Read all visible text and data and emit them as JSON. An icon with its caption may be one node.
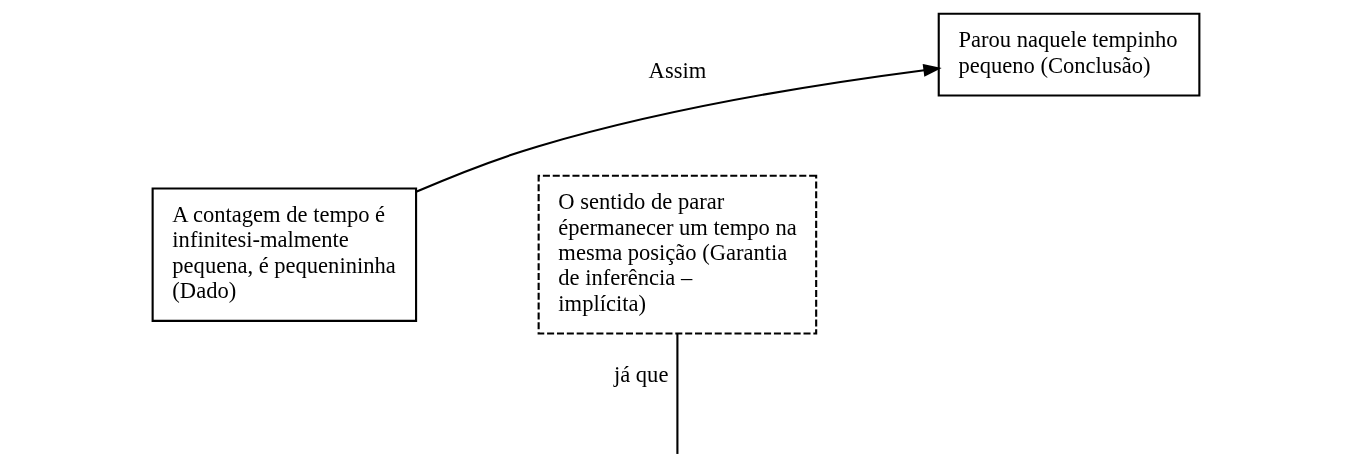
{
  "diagram": {
    "nodes": [
      {
        "text": [
          "A contagem de tempo é infinitesi-malmente pequena, é pequenininha (Dado)"
        ]
      },
      {
        "text": [
          "Parou naquele tempinho pequeno (Conclusão)"
        ]
      },
      {
        "text": [
          "O sentido de parar épermanecer um tempo na mesma posição (Garantia de inferência – implícita)"
        ]
      }
    ],
    "edges": [
      {
        "from": 0,
        "to": 1,
        "arrow": "to",
        "label": "Assim"
      },
      {
        "from": 2,
        "to": null,
        "arrow": "none",
        "label": "já que"
      }
    ]
  }
}
